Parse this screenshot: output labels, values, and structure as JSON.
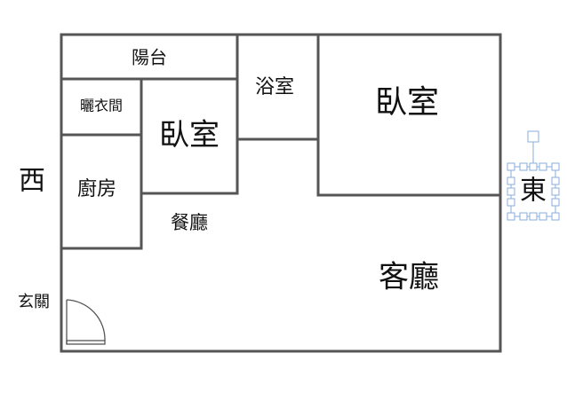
{
  "rooms": {
    "balcony": "陽台",
    "closet": "曬衣間",
    "bedroom_small": "臥室",
    "bathroom": "浴室",
    "bedroom_large": "臥室",
    "kitchen": "廚房",
    "dining": "餐廳",
    "living": "客廳",
    "entrance": "玄關"
  },
  "compass": {
    "west": "西",
    "east": "東"
  },
  "colors": {
    "wall": "#555555",
    "text": "#111111",
    "selection_handles": "#8aaede"
  }
}
